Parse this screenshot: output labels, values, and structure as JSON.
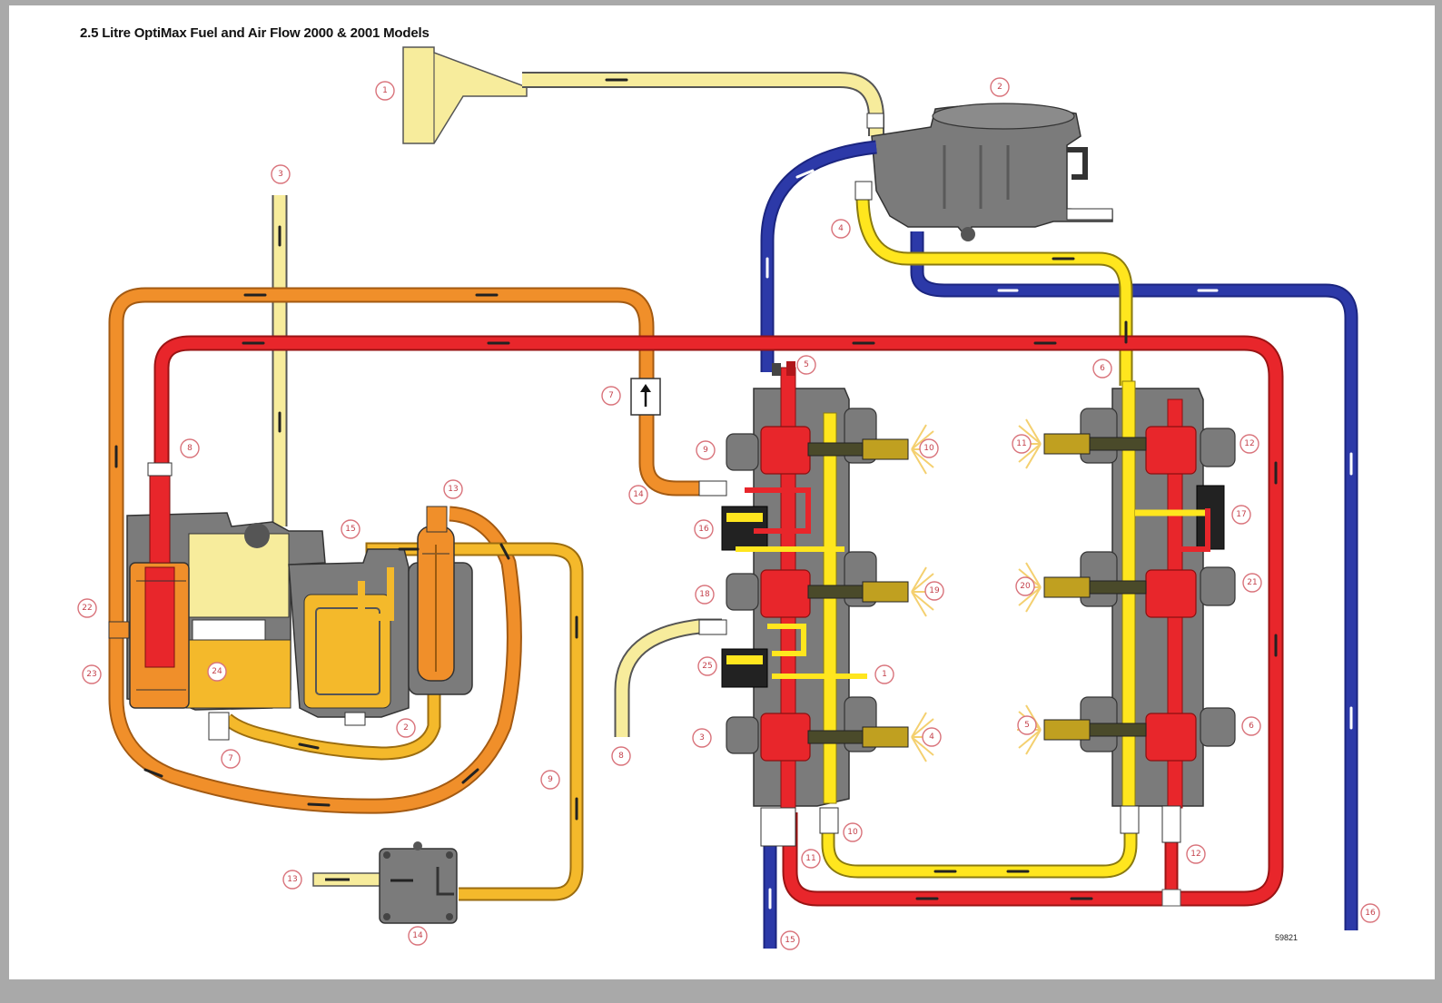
{
  "diagram": {
    "title": "2.5 Litre OptiMax Fuel and Air Flow 2000 & 2001 Models",
    "code": "59821",
    "colors": {
      "fuel_supply": "#f4b92b",
      "fuel_pump": "#f08f2a",
      "fuel_high_pressure": "#e8262b",
      "air": "#2c39a8",
      "air_fuel_mix": "#ffe61e",
      "vent_pale": "#f7ec9c",
      "component_gray": "#7d7d7d",
      "callout": "#d9737b"
    },
    "callouts": [
      "1",
      "2",
      "3",
      "4",
      "5",
      "6",
      "7",
      "8",
      "9",
      "10",
      "11",
      "12",
      "13",
      "14",
      "15",
      "16",
      "17",
      "18",
      "19",
      "20",
      "21",
      "22",
      "23",
      "24",
      "25"
    ]
  }
}
